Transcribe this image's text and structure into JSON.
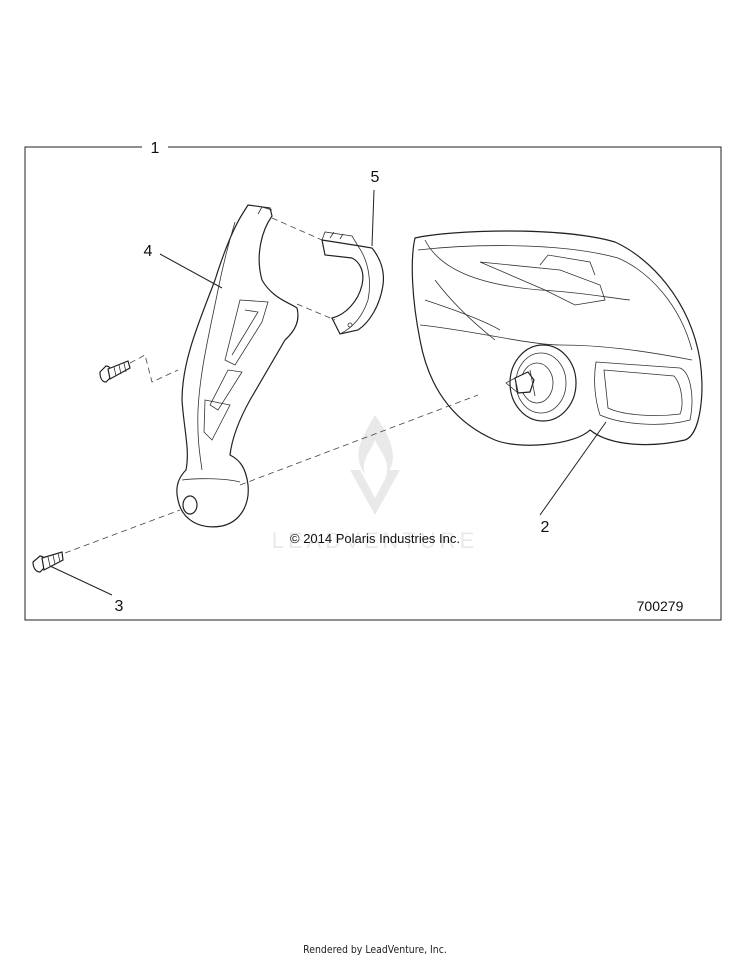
{
  "callouts": {
    "assembly": "1",
    "cover": "2",
    "screw": "3",
    "bracket": "4",
    "clamp": "5"
  },
  "copyright": "© 2014 Polaris Industries Inc.",
  "part_number": "700279",
  "watermark": "LEADVENTURE",
  "footer": "Rendered by LeadVenture, Inc."
}
